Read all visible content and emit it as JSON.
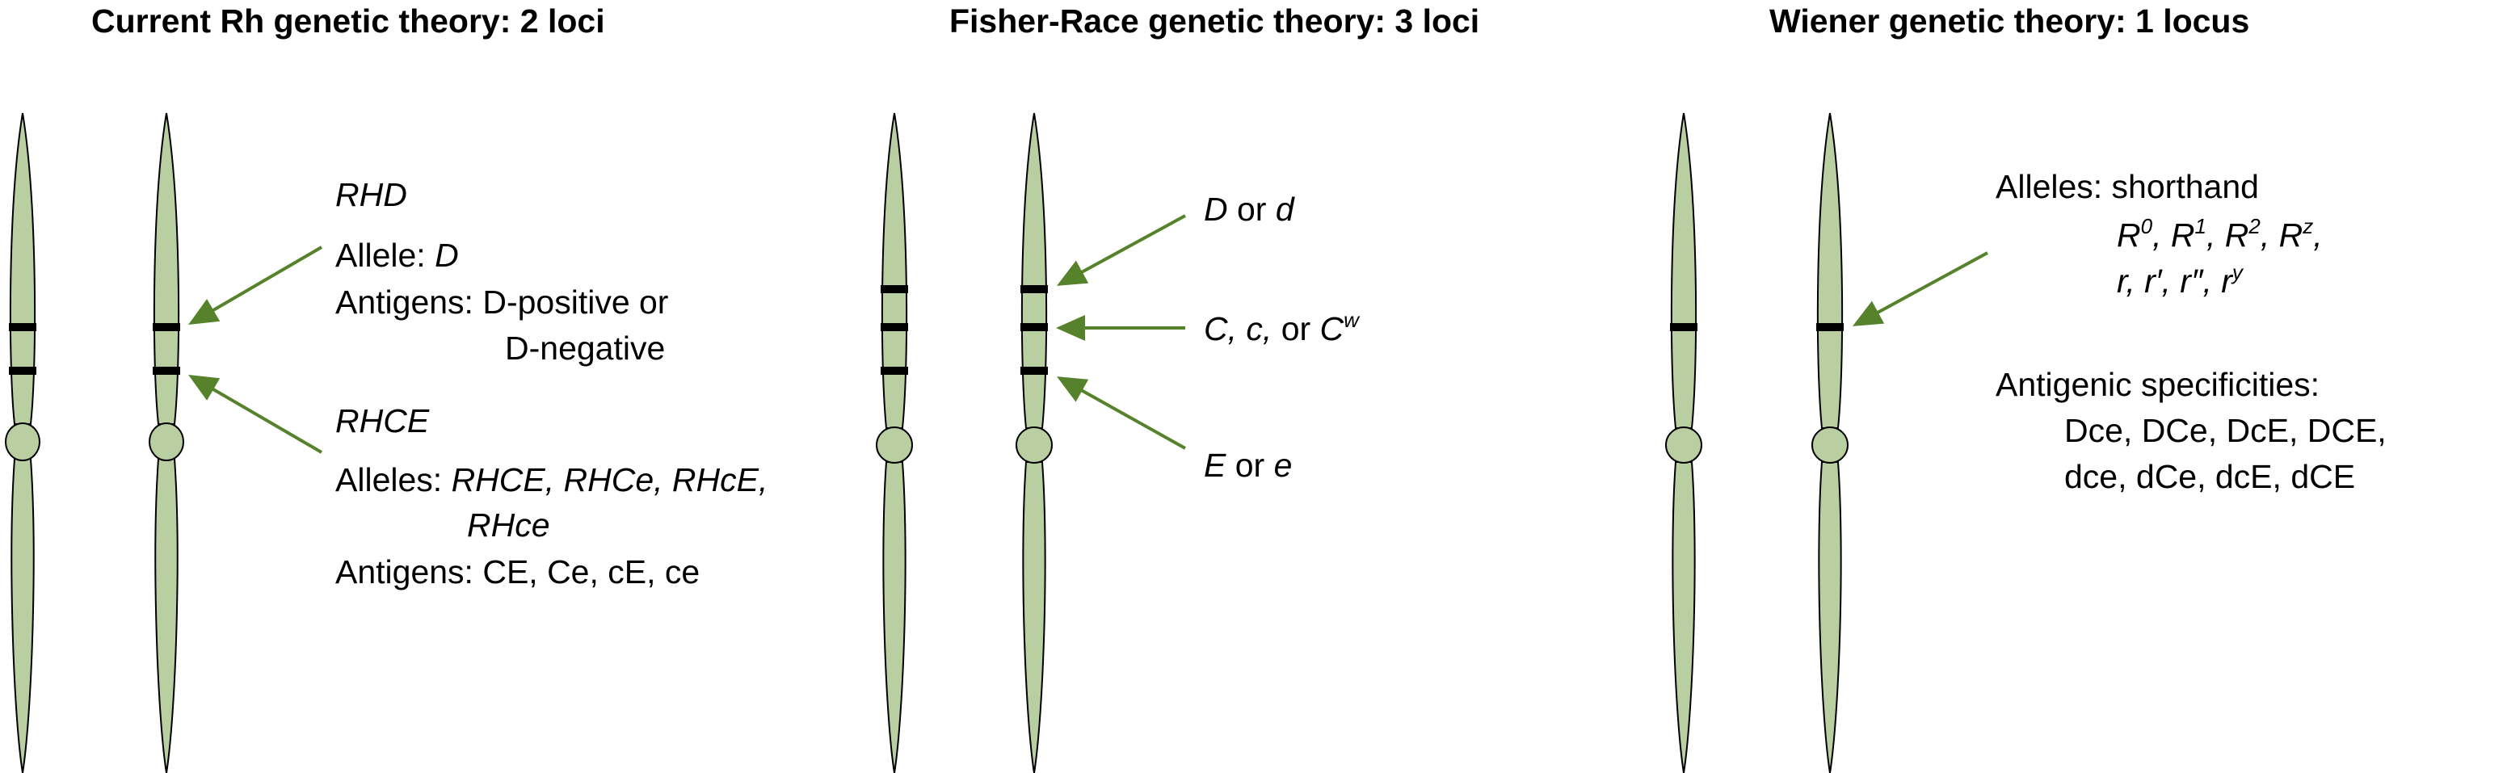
{
  "panels": [
    {
      "title": "Current Rh genetic theory: 2 loci",
      "labels": {
        "rhd_gene": "RHD",
        "allele_prefix": "Allele: ",
        "allele_value": "D",
        "antigens_line1": "Antigens: D-positive or",
        "antigens_line2": "D-negative",
        "rhce_gene": "RHCE",
        "alleles_prefix": "Alleles: ",
        "alleles_line1": "RHCE, RHCe, RHcE,",
        "alleles_line2": "RHce",
        "antigens2": "Antigens: CE, Ce, cE, ce"
      }
    },
    {
      "title": "Fisher-Race genetic theory: 3 loci",
      "labels": {
        "d_1": "D",
        "d_or": " or ",
        "d_2": "d",
        "c_1": "C, c,",
        "c_or": " or ",
        "c_2": "C",
        "c_sup": "w",
        "e_1": "E",
        "e_or": " or ",
        "e_2": "e"
      }
    },
    {
      "title": "Wiener genetic theory: 1 locus",
      "labels": {
        "alleles_header": "Alleles: shorthand",
        "r0": "R",
        "r0_sup": "0",
        "r1": "R",
        "r1_sup": "1",
        "r2": "R",
        "r2_sup": "2",
        "rz": "R",
        "rz_sup": "z",
        "sep": ", ",
        "rline2": "r, r′, r″, r",
        "ry_sup": "y",
        "antigenic_header": "Antigenic specificities:",
        "spec_line1": "Dce, DCe, DcE, DCE,",
        "spec_line2": "dce, dCe, dcE, dCE"
      }
    }
  ],
  "colors": {
    "chromosome_fill": "#b9cfa2",
    "arrow": "#55822b",
    "band": "#000000"
  }
}
